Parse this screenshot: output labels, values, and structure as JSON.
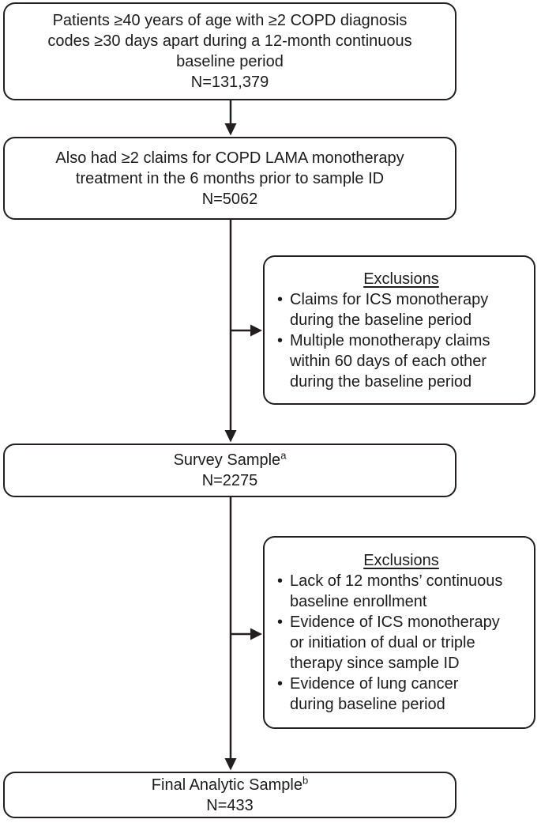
{
  "figure": {
    "bullet_char": "•",
    "initial_cohort": {
      "lines": [
        "Patients ≥40 years of age with ≥2 COPD diagnosis",
        "codes ≥30 days apart during a 12-month continuous",
        "baseline period"
      ],
      "n": "N=131,379"
    },
    "lama_cohort": {
      "lines": [
        "Also had ≥2 claims for COPD LAMA monotherapy",
        "treatment in the 6 months prior to sample ID"
      ],
      "n": "N=5062"
    },
    "exclusions_1": {
      "title": "Exclusions",
      "bullets": [
        [
          "Claims for ICS monotherapy",
          "during the baseline period"
        ],
        [
          "Multiple monotherapy claims",
          "within 60 days of each other",
          "during the baseline period"
        ]
      ]
    },
    "survey_sample": {
      "label": "Survey Sample",
      "footnote_marker": "a",
      "n": "N=2275"
    },
    "exclusions_2": {
      "title": "Exclusions",
      "bullets": [
        [
          "Lack of 12 months’ continuous",
          "baseline enrollment"
        ],
        [
          "Evidence of ICS monotherapy",
          "or initiation of dual or triple",
          "therapy since sample ID"
        ],
        [
          "Evidence of lung cancer",
          "during baseline period"
        ]
      ]
    },
    "final_sample": {
      "label": "Final Analytic Sample",
      "footnote_marker": "b",
      "n": "N=433"
    }
  }
}
